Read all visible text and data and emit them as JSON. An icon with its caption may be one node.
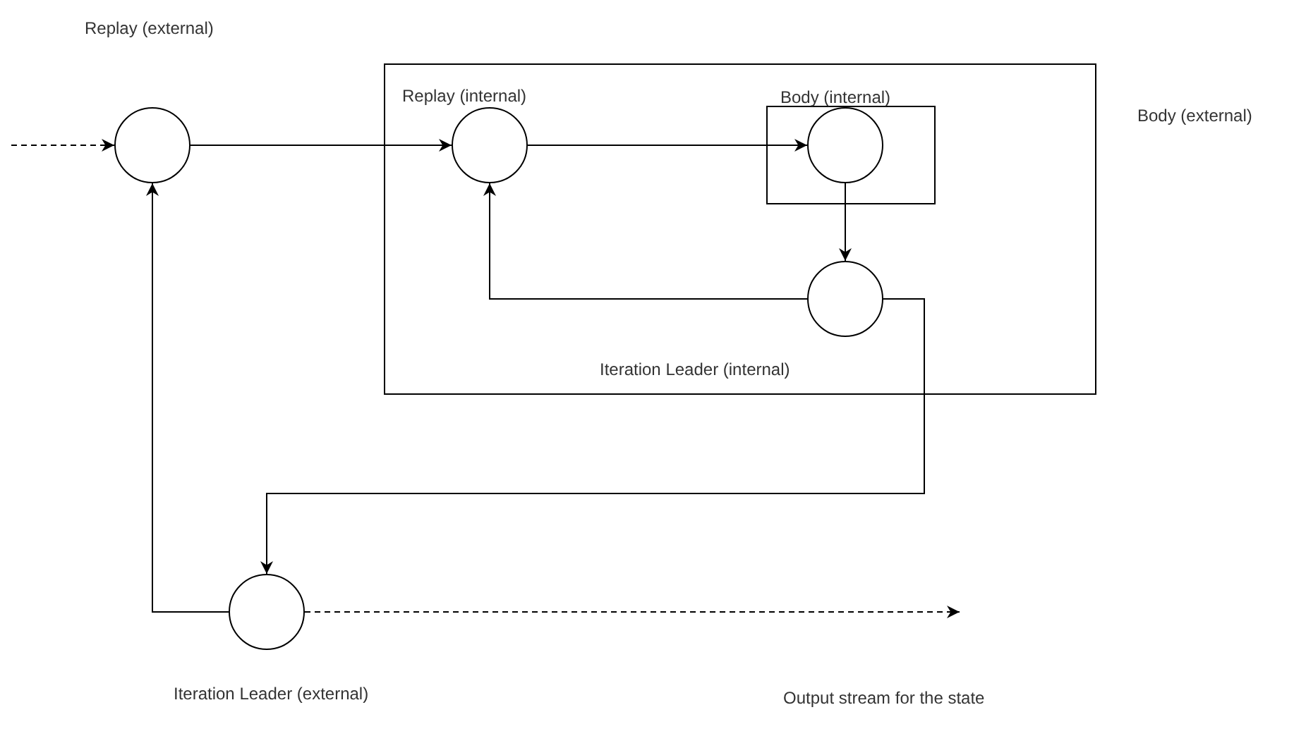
{
  "diagram": {
    "nodes": [
      {
        "text": [],
        "shape": "circle"
      },
      {
        "text": [
          "Body (external)"
        ]
      },
      {
        "text": [],
        "shape": "circle",
        "in": 1,
        "beside": [
          "Replay (internal)"
        ]
      },
      {
        "text": [
          "Body (internal)"
        ],
        "in": 1
      },
      {
        "text": [],
        "shape": "circle",
        "in": 3
      },
      {
        "text": [],
        "shape": "circle",
        "in": 1,
        "beside": [
          "Iteration Leader (internal)"
        ]
      },
      {
        "text": [],
        "shape": "circle",
        "beside": [
          "Iteration Leader (external)"
        ]
      }
    ],
    "edges": [
      {
        "from": null,
        "to": 0,
        "arrow": "to",
        "style": "dashed"
      },
      {
        "from": 0,
        "to": 2,
        "arrow": "to"
      },
      {
        "from": 2,
        "to": 4,
        "arrow": "to"
      },
      {
        "from": 4,
        "to": 5,
        "arrow": "to"
      },
      {
        "from": 5,
        "to": 2,
        "arrow": "to"
      },
      {
        "from": 5,
        "to": 6,
        "arrow": "to"
      },
      {
        "from": 6,
        "to": 0,
        "arrow": "to"
      },
      {
        "from": 6,
        "to": null,
        "arrow": "to",
        "style": "dashed"
      }
    ],
    "labels": [
      "Replay (external)",
      "Output stream for the state"
    ]
  }
}
